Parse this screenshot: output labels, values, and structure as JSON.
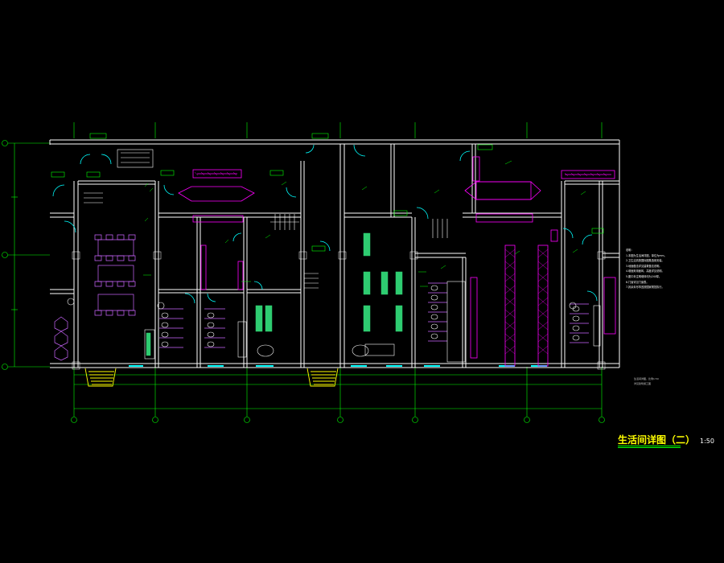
{
  "drawing": {
    "title": "生活间详图（二）",
    "scale": "1:50",
    "notes_heading": "说明：",
    "notes": [
      "1.本图为生活间详图，单位为mm。",
      "2.卫生洁具按国标图集选用安装。",
      "3.地面做法详见建筑做法说明。",
      "4.墙面采用面砖，高度详见说明。",
      "5.图中未注明墙体均为240厚。",
      "6.门窗详见门窗表。",
      "7.其余未尽事宜按国家规范执行。"
    ],
    "side_note": [
      "生活间详图，比例1:50",
      "详见建筑施工图"
    ],
    "colors": {
      "background": "#000000",
      "walls": "#ffffff",
      "dimension": "#00ff00",
      "grid_axis": "#00ff00",
      "furniture": "#ff00ff",
      "benches": "#2ecc71",
      "windows": "#00ffff",
      "stairs": "#ffff00",
      "title": "#ffff00"
    },
    "icons": [
      "grid-axis-bubble",
      "door-swing",
      "stair-symbol",
      "toilet-fixture",
      "locker-rack"
    ]
  }
}
